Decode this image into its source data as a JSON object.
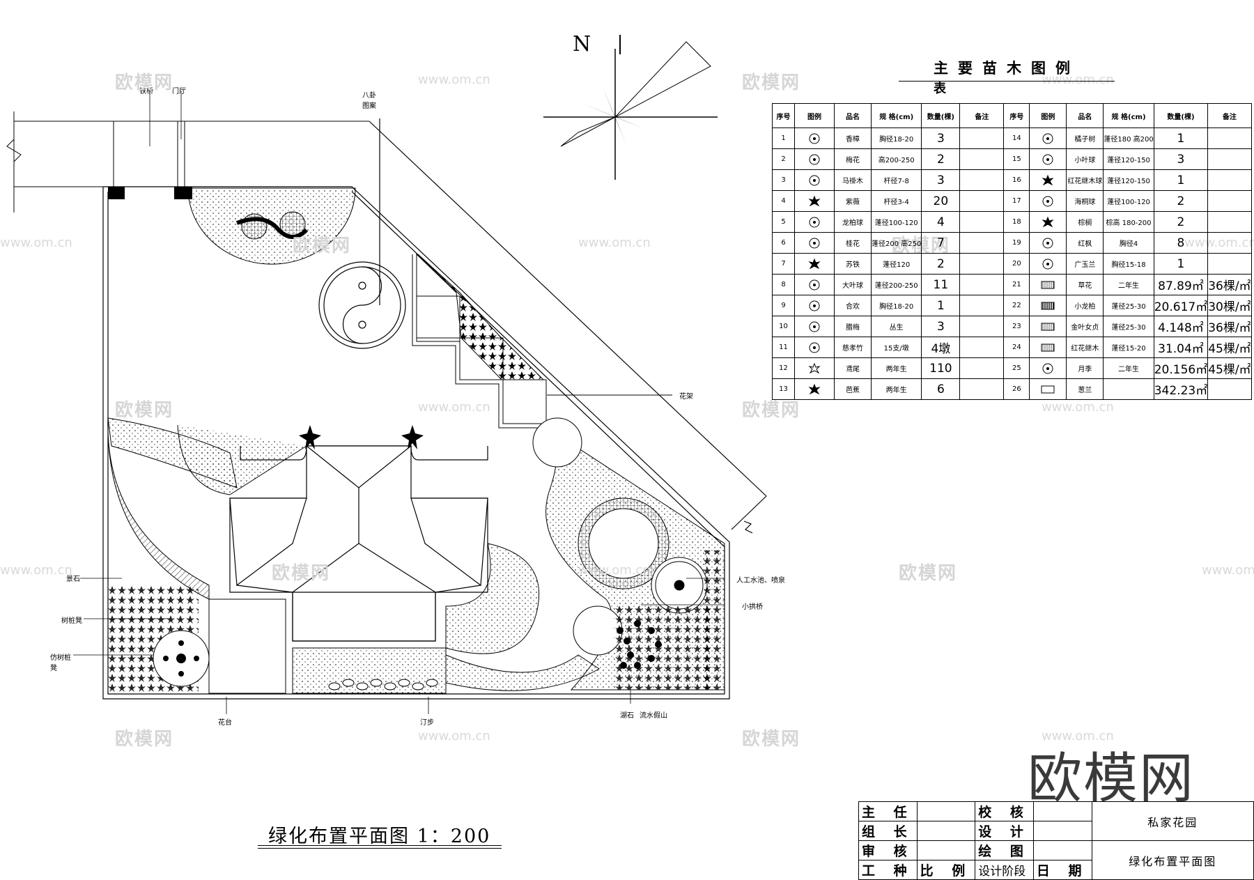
{
  "north_label": "N",
  "plan": {
    "labels": {
      "railing": "铁桥",
      "gate": "门厅",
      "bagua": "八卦图案",
      "pergola": "花架",
      "rockery_stone": "景石",
      "tree_stool": "树桩凳",
      "faux_tree_stool": "仿树桩凳",
      "flower_bed": "花台",
      "stepping_stones": "汀步",
      "lake_stone": "湖石",
      "waterfall_rockery": "流水假山",
      "pond_fountain": "人工水池、喷泉",
      "arch_bridge": "小拱桥"
    }
  },
  "legend": {
    "title": "主要苗木图例",
    "title_line2": "表",
    "headers": [
      "序号",
      "图例",
      "品名",
      "规 格(cm)",
      "数量(棵)",
      "备注",
      "序号",
      "图例",
      "品名",
      "规 格(cm)",
      "数量(棵)",
      "备注"
    ],
    "left_rows": [
      {
        "no": "1",
        "icon": "circle-icon",
        "name": "香樟",
        "spec": "胸径18-20",
        "qty": "3"
      },
      {
        "no": "2",
        "icon": "spoke-circle-icon",
        "name": "梅花",
        "spec": "高200-250",
        "qty": "2"
      },
      {
        "no": "3",
        "icon": "ring-cross-icon",
        "name": "马褂木",
        "spec": "杆径7-8",
        "qty": "3"
      },
      {
        "no": "4",
        "icon": "burst-icon",
        "name": "紫薇",
        "spec": "杆径3-4",
        "qty": "20"
      },
      {
        "no": "5",
        "icon": "slash-circle-icon",
        "name": "龙柏球",
        "spec": "蓬径100-120",
        "qty": "4"
      },
      {
        "no": "6",
        "icon": "dotted-circle-icon",
        "name": "桂花",
        "spec": "蓬径200 高250",
        "qty": "7"
      },
      {
        "no": "7",
        "icon": "star-burst-icon",
        "name": "苏铁",
        "spec": "蓬径120",
        "qty": "2"
      },
      {
        "no": "8",
        "icon": "double-ring-icon",
        "name": "大叶球",
        "spec": "蓬径200-250",
        "qty": "11"
      },
      {
        "no": "9",
        "icon": "cloud-tree-icon",
        "name": "合欢",
        "spec": "胸径18-20",
        "qty": "1"
      },
      {
        "no": "10",
        "icon": "flower-icon",
        "name": "腊梅",
        "spec": "丛生",
        "qty": "3"
      },
      {
        "no": "11",
        "icon": "bamboo-icon",
        "name": "慈孝竹",
        "spec": "15支/墩",
        "qty": "4墩"
      },
      {
        "no": "12",
        "icon": "small-star-icon",
        "name": "鸢尾",
        "spec": "两年生",
        "qty": "110"
      },
      {
        "no": "13",
        "icon": "banana-icon",
        "name": "芭蕉",
        "spec": "两年生",
        "qty": "6"
      }
    ],
    "right_rows": [
      {
        "no": "14",
        "icon": "orange-tree-icon",
        "name": "橘子树",
        "spec": "蓬径180 高200",
        "qty": "1",
        "note": ""
      },
      {
        "no": "15",
        "icon": "leaf-ball-icon",
        "name": "小叶球",
        "spec": "蓬径120-150",
        "qty": "3",
        "note": ""
      },
      {
        "no": "16",
        "icon": "star-circle-icon",
        "name": "红花继木球",
        "spec": "蓬径120-150",
        "qty": "1",
        "note": ""
      },
      {
        "no": "17",
        "icon": "pittosporum-icon",
        "name": "海桐球",
        "spec": "蓬径100-120",
        "qty": "2",
        "note": ""
      },
      {
        "no": "18",
        "icon": "palm-icon",
        "name": "棕榈",
        "spec": "棕高 180-200",
        "qty": "2",
        "note": ""
      },
      {
        "no": "19",
        "icon": "maple-icon",
        "name": "红枫",
        "spec": "胸径4",
        "qty": "8",
        "note": ""
      },
      {
        "no": "20",
        "icon": "magnolia-icon",
        "name": "广玉兰",
        "spec": "胸径15-18",
        "qty": "1",
        "note": ""
      },
      {
        "no": "21",
        "icon": "lawn-hatch-icon",
        "name": "草花",
        "spec": "二年生",
        "qty": "87.89㎡",
        "note": "36棵/㎡"
      },
      {
        "no": "22",
        "icon": "dark-hatch-icon",
        "name": "小龙柏",
        "spec": "蓬径25-30",
        "qty": "20.617㎡",
        "note": "30棵/㎡"
      },
      {
        "no": "23",
        "icon": "grid-hatch-icon",
        "name": "金叶女贞",
        "spec": "蓬径25-30",
        "qty": "4.148㎡",
        "note": "36棵/㎡"
      },
      {
        "no": "24",
        "icon": "brick-hatch-icon",
        "name": "红花继木",
        "spec": "蓬径15-20",
        "qty": "31.04㎡",
        "note": "45棵/㎡"
      },
      {
        "no": "25",
        "icon": "rose-icon",
        "name": "月季",
        "spec": "二年生",
        "qty": "20.156㎡",
        "note": "45棵/㎡"
      },
      {
        "no": "26",
        "icon": "grass-hatch-icon",
        "name": "葱兰",
        "spec": "",
        "qty": "342.23㎡",
        "note": ""
      }
    ]
  },
  "drawing_title": "绿化布置平面图  1：200",
  "title_block": {
    "director": "主 任",
    "team_lead": "组 长",
    "reviewer": "审 核",
    "trade": "工 种",
    "checker": "校 核",
    "design": "设 计",
    "drawing": "绘 图",
    "scale": "比 例",
    "stage": "设计阶段",
    "date": "日 期",
    "project": "私家花园",
    "sheet": "绿化布置平面图"
  },
  "watermark": {
    "brand": "欧模网",
    "url": "www.om.cn"
  }
}
